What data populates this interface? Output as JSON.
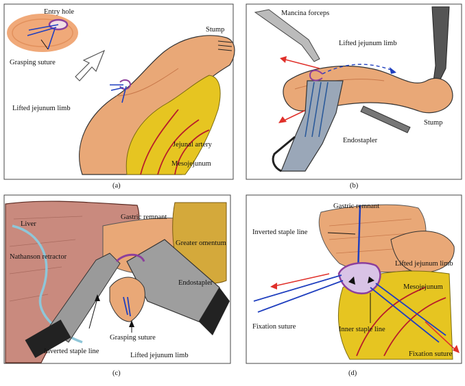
{
  "panels": {
    "a": {
      "caption": "(a)",
      "labels": {
        "entry_hole": "Entry hole",
        "stump": "Stump",
        "grasping_suture": "Grasping suture",
        "lifted_jejunum_limb": "Lifted jejunum limb",
        "jejunal_artery": "Jejunal artery",
        "mesojejunum": "Mesojejunum"
      }
    },
    "b": {
      "caption": "(b)",
      "labels": {
        "mancina_forceps": "Mancina  forceps",
        "lifted_jejunum_limb": "Lifted jejunum limb",
        "stump": "Stump",
        "endostapler": "Endostapler"
      }
    },
    "c": {
      "caption": "(c)",
      "labels": {
        "liver": "Liver",
        "gastric_remnant": "Gastric remnant",
        "greater_omentum": "Greater  omentum",
        "nathanson_retractor": "Nathanson  retractor",
        "endostapler": "Endostapler",
        "grasping_suture": "Grasping suture",
        "inverted_staple_line": "Inverted staple line",
        "lifted_jejunum_limb": "Lifted jejunum limb"
      }
    },
    "d": {
      "caption": "(d)",
      "labels": {
        "gastric_remnant": "Gastric remnant",
        "inverted_staple_line": "Inverted staple line",
        "lifted_jejunum_limb": "Lifted jejunum limb",
        "mesojejunum": "Mesojejunum",
        "fixation_suture_left": "Fixation suture",
        "inner_staple_line": "Inner staple line",
        "fixation_suture_right": "Fixation suture"
      }
    }
  },
  "colors": {
    "jejunum": "#e9a877",
    "jejunum_dark": "#c8784a",
    "mesentery": "#e6c521",
    "artery": "#b81c2a",
    "liver": "#c98a7e",
    "instrument": "#8a8a8a",
    "suture": "#1f3fbf",
    "staple_purple": "#a05ac0",
    "arrow_red": "#e0302a",
    "frame": "#333333"
  }
}
